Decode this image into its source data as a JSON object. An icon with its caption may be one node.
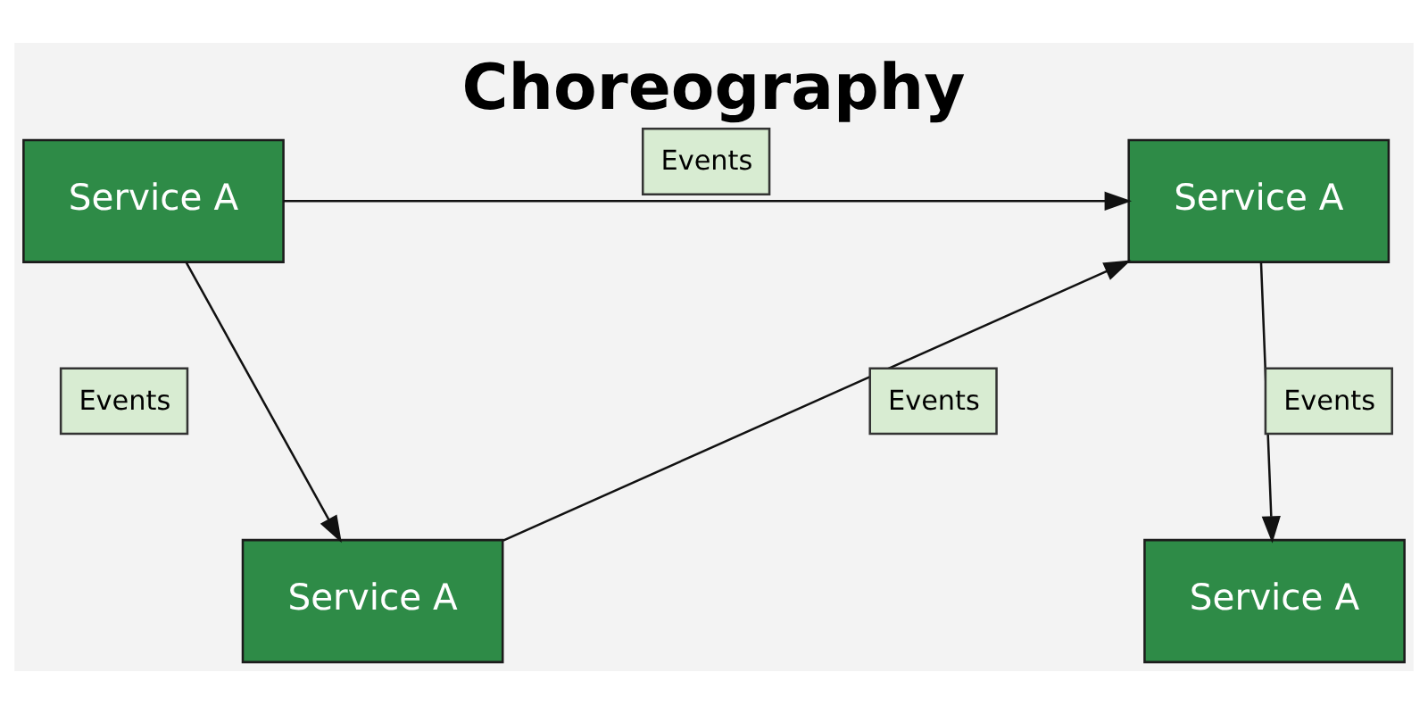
{
  "diagram": {
    "title": "Choreography",
    "nodes": [
      {
        "text": [
          "Service A"
        ]
      },
      {
        "text": [
          "Service A"
        ]
      },
      {
        "text": [
          "Service A"
        ]
      },
      {
        "text": [
          "Service A"
        ]
      }
    ],
    "edges": [
      {
        "from": 0,
        "to": 1,
        "arrow": "to",
        "label": "Events"
      },
      {
        "from": 0,
        "to": 2,
        "arrow": "to",
        "label": "Events"
      },
      {
        "from": 2,
        "to": 1,
        "arrow": "to",
        "label": "Events"
      },
      {
        "from": 1,
        "to": 3,
        "arrow": "to",
        "label": "Events"
      }
    ]
  }
}
